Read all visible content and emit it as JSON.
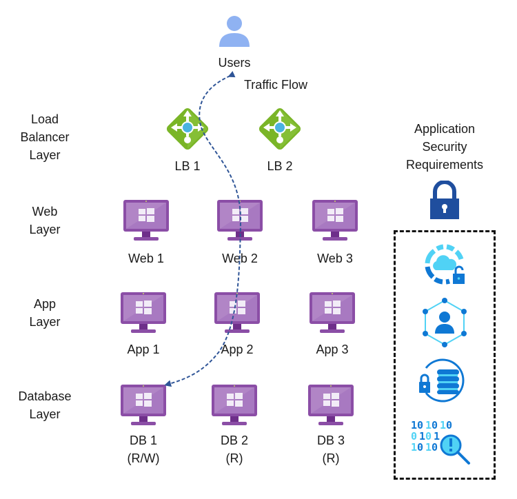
{
  "users": {
    "label": "Users",
    "icon": "user-icon"
  },
  "traffic_flow": {
    "label": "Traffic Flow",
    "color": "#2f5597"
  },
  "layers": [
    {
      "id": "lb",
      "label_lines": [
        "Load",
        "Balancer",
        "Layer"
      ]
    },
    {
      "id": "web",
      "label_lines": [
        "Web",
        "Layer"
      ]
    },
    {
      "id": "app",
      "label_lines": [
        "App",
        "Layer"
      ]
    },
    {
      "id": "db",
      "label_lines": [
        "Database",
        "Layer"
      ]
    }
  ],
  "load_balancers": [
    {
      "label": "LB 1"
    },
    {
      "label": "LB 2"
    }
  ],
  "web_servers": [
    {
      "label": "Web 1"
    },
    {
      "label": "Web 2"
    },
    {
      "label": "Web 3"
    }
  ],
  "app_servers": [
    {
      "label": "App 1"
    },
    {
      "label": "App 2"
    },
    {
      "label": "App 3"
    }
  ],
  "db_servers": [
    {
      "label": "DB 1",
      "mode": "(R/W)"
    },
    {
      "label": "DB 2",
      "mode": "(R)"
    },
    {
      "label": "DB 3",
      "mode": "(R)"
    }
  ],
  "security": {
    "title_lines": [
      "Application",
      "Security",
      "Requirements"
    ],
    "icons": [
      "cloud-security-icon",
      "identity-network-icon",
      "database-encryption-icon",
      "data-inspection-icon"
    ]
  },
  "colors": {
    "user": "#8fb2f2",
    "lb_green": "#7ab527",
    "lb_blue": "#4ab3e0",
    "vm_purple": "#8b4ea6",
    "vm_screen": "#b185c6",
    "lock_blue": "#1f4e9e",
    "sec_dark": "#0f78d4",
    "sec_light": "#50d2f5"
  }
}
